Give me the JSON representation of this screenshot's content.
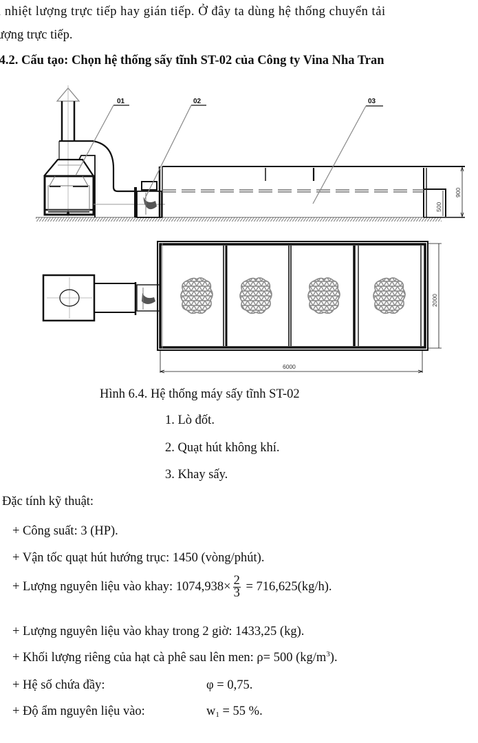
{
  "intro": {
    "line1": "i nhiệt lượng trực tiếp hay gián tiếp. Ở đây ta dùng hệ thống chuyển tải",
    "line2": "ượng trực tiếp."
  },
  "section": {
    "heading": ".4.2. Cấu tạo: Chọn hệ thống sấy tĩnh ST-02 của Công ty Vina Nha Tran"
  },
  "figure": {
    "callouts": [
      "01",
      "02",
      "03"
    ],
    "dimensions": {
      "height_total": "900",
      "height_partial": "500",
      "width": "2000",
      "length": "6000"
    },
    "tray_count": 4,
    "caption": "Hình 6.4. Hệ thống máy sấy tĩnh ST-02",
    "legend": [
      "1. Lò đốt.",
      "2. Quạt hút không khí.",
      "3. Khay sấy."
    ]
  },
  "specs": {
    "title": "Đặc tính kỹ thuật:",
    "items": [
      {
        "label": "+ Công suất: 3 (HP)."
      },
      {
        "label": "+ Vận tốc quạt hút hướng trục: 1450 (vòng/phút)."
      },
      {
        "label": "+ Lượng nguyên liệu vào khay: 1074,938×",
        "frac_num": "2",
        "frac_den": "3",
        "suffix": " = 716,625(kg/h)."
      },
      {
        "label": "+ Lượng nguyên liệu vào khay trong 2 giờ: 1433,25 (kg)."
      },
      {
        "label": "+ Khối lượng riêng của hạt cà phê sau lên men: ρ= 500 (kg/m",
        "sup": "3",
        "suffix": ")."
      },
      {
        "label": "+ Hệ số chứa đầy:",
        "value": "φ = 0,75."
      },
      {
        "label": "+ Độ ẩm nguyên liệu vào:",
        "value_prefix": "w",
        "value_sub": "1",
        "value_suffix": " = 55 %."
      }
    ]
  }
}
